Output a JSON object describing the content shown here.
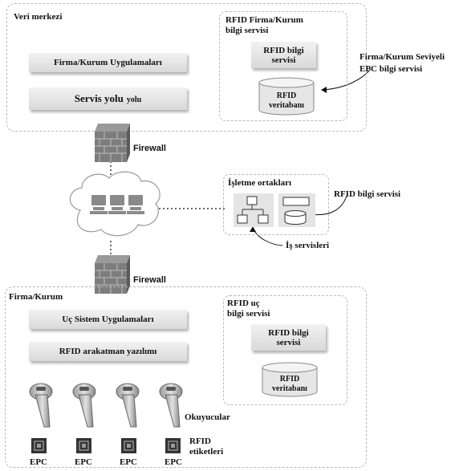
{
  "top": {
    "title": "Veri merkezi",
    "apps": "Firma/Kurum Uygulamaları",
    "bus": "Servis yolu",
    "bus_suffix": "yolu"
  },
  "enterprise_service": {
    "title": "RFID Firma/Kurum",
    "title2": "bilgi servisi",
    "info_line1": "RFID bilgi",
    "info_line2": "servisi",
    "db_line1": "RFID",
    "db_line2": "veritabanı"
  },
  "callout_enterprise": {
    "line1": "Firma/Kurum Seviyeli",
    "line2": "EPC bilgi servisi"
  },
  "firewall_top": "Firewall",
  "firewall_bottom": "Firewall",
  "partners": {
    "title": "İşletme ortakları",
    "callout_info": "RFID bilgi servisi",
    "callout_business": "İş servisleri"
  },
  "bottom": {
    "title": "Firma/Kurum",
    "apps": "Uç Sistem Uygulamaları",
    "middleware": "RFID arakatman yazılımı",
    "readers_label": "Okuyucular",
    "tags_label1": "RFID",
    "tags_label2": "etiketleri",
    "epc_labels": [
      "EPC",
      "EPC",
      "EPC",
      "EPC"
    ]
  },
  "edge_service": {
    "title1": "RFID uç",
    "title2": "bilgi servisi",
    "info_line1": "RFID bilgi",
    "info_line2": "servisi",
    "db_line1": "RFID",
    "db_line2": "veritabanı"
  }
}
